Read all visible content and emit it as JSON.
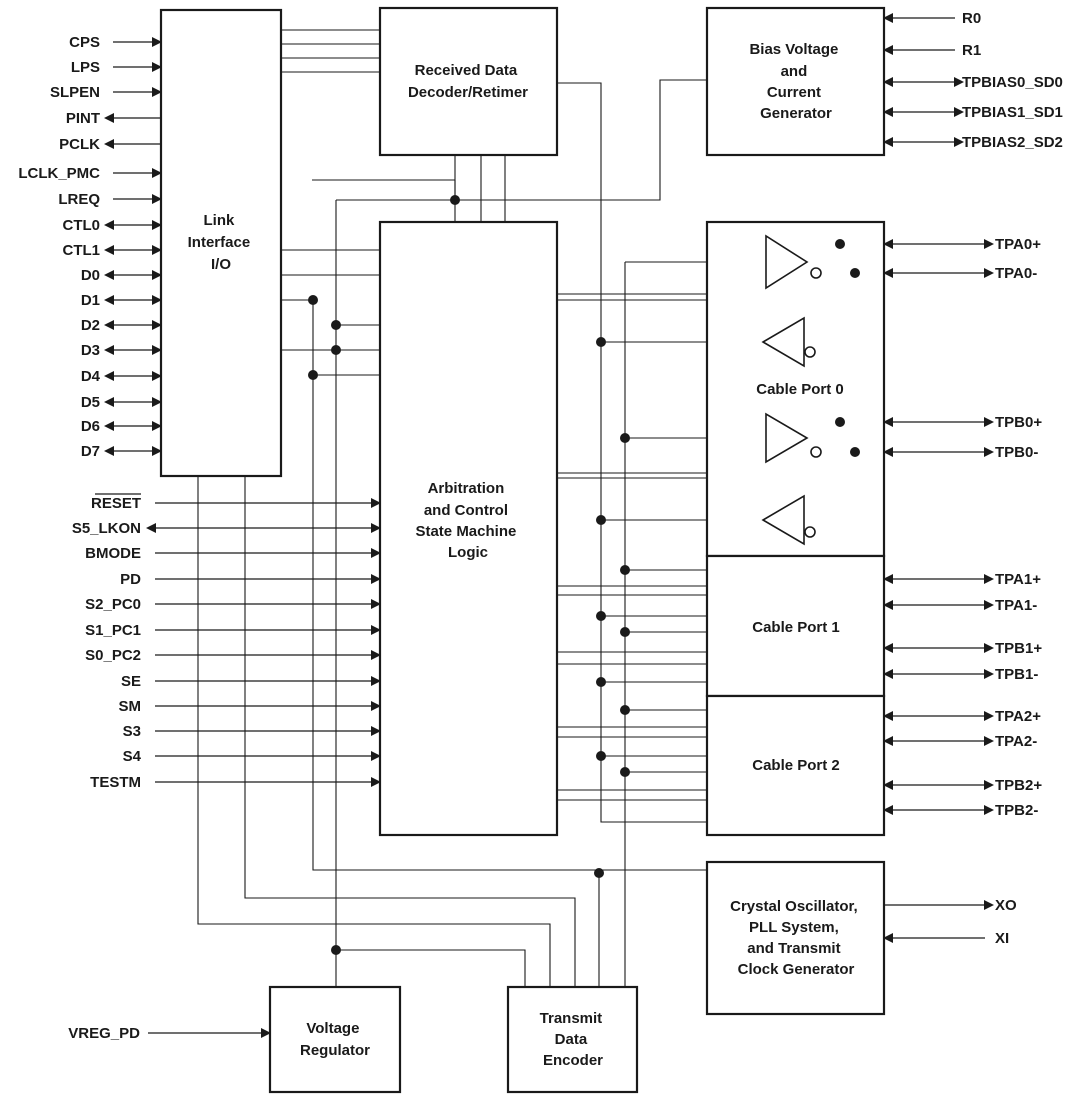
{
  "blocks": {
    "link_io": [
      "Link",
      "Interface",
      "I/O"
    ],
    "decoder": [
      "Received Data",
      "Decoder/Retimer"
    ],
    "bias": [
      "Bias Voltage",
      "and",
      "Current",
      "Generator"
    ],
    "arbitration": [
      "Arbitration",
      "and Control",
      "State Machine",
      "Logic"
    ],
    "cable_port0": "Cable Port 0",
    "cable_port1": "Cable Port 1",
    "cable_port2": "Cable Port 2",
    "crystal": [
      "Crystal Oscillator,",
      "PLL System,",
      "and Transmit",
      "Clock Generator"
    ],
    "vreg": [
      "Voltage",
      "Regulator"
    ],
    "encoder": [
      "Transmit",
      "Data",
      "Encoder"
    ]
  },
  "link_signals": [
    {
      "name": "CPS",
      "dir": "in"
    },
    {
      "name": "LPS",
      "dir": "in"
    },
    {
      "name": "SLPEN",
      "dir": "in"
    },
    {
      "name": "PINT",
      "dir": "out"
    },
    {
      "name": "PCLK",
      "dir": "out"
    },
    {
      "name": "LCLK_PMC",
      "dir": "in"
    },
    {
      "name": "LREQ",
      "dir": "in"
    },
    {
      "name": "CTL0",
      "dir": "bi"
    },
    {
      "name": "CTL1",
      "dir": "bi"
    },
    {
      "name": "D0",
      "dir": "bi"
    },
    {
      "name": "D1",
      "dir": "bi"
    },
    {
      "name": "D2",
      "dir": "bi"
    },
    {
      "name": "D3",
      "dir": "bi"
    },
    {
      "name": "D4",
      "dir": "bi"
    },
    {
      "name": "D5",
      "dir": "bi"
    },
    {
      "name": "D6",
      "dir": "bi"
    },
    {
      "name": "D7",
      "dir": "bi"
    }
  ],
  "control_signals": [
    {
      "name": "RESET",
      "dir": "in",
      "overline": true
    },
    {
      "name": "S5_LKON",
      "dir": "bi"
    },
    {
      "name": "BMODE",
      "dir": "in"
    },
    {
      "name": "PD",
      "dir": "in"
    },
    {
      "name": "S2_PC0",
      "dir": "in"
    },
    {
      "name": "S1_PC1",
      "dir": "in"
    },
    {
      "name": "S0_PC2",
      "dir": "in"
    },
    {
      "name": "SE",
      "dir": "in"
    },
    {
      "name": "SM",
      "dir": "in"
    },
    {
      "name": "S3",
      "dir": "in"
    },
    {
      "name": "S4",
      "dir": "in"
    },
    {
      "name": "TESTM",
      "dir": "in"
    }
  ],
  "bias_signals": [
    {
      "name": "R0",
      "dir": "in"
    },
    {
      "name": "R1",
      "dir": "in"
    },
    {
      "name": "TPBIAS0_SD0",
      "dir": "bi"
    },
    {
      "name": "TPBIAS1_SD1",
      "dir": "bi"
    },
    {
      "name": "TPBIAS2_SD2",
      "dir": "bi"
    }
  ],
  "port_signals": [
    {
      "name": "TPA0+",
      "dir": "bi"
    },
    {
      "name": "TPA0-",
      "dir": "bi"
    },
    {
      "name": "TPB0+",
      "dir": "bi"
    },
    {
      "name": "TPB0-",
      "dir": "bi"
    },
    {
      "name": "TPA1+",
      "dir": "bi"
    },
    {
      "name": "TPA1-",
      "dir": "bi"
    },
    {
      "name": "TPB1+",
      "dir": "bi"
    },
    {
      "name": "TPB1-",
      "dir": "bi"
    },
    {
      "name": "TPA2+",
      "dir": "bi"
    },
    {
      "name": "TPA2-",
      "dir": "bi"
    },
    {
      "name": "TPB2+",
      "dir": "bi"
    },
    {
      "name": "TPB2-",
      "dir": "bi"
    }
  ],
  "clock_signals": [
    {
      "name": "XO",
      "dir": "out"
    },
    {
      "name": "XI",
      "dir": "in"
    }
  ],
  "vreg_signals": [
    {
      "name": "VREG_PD",
      "dir": "in"
    }
  ]
}
